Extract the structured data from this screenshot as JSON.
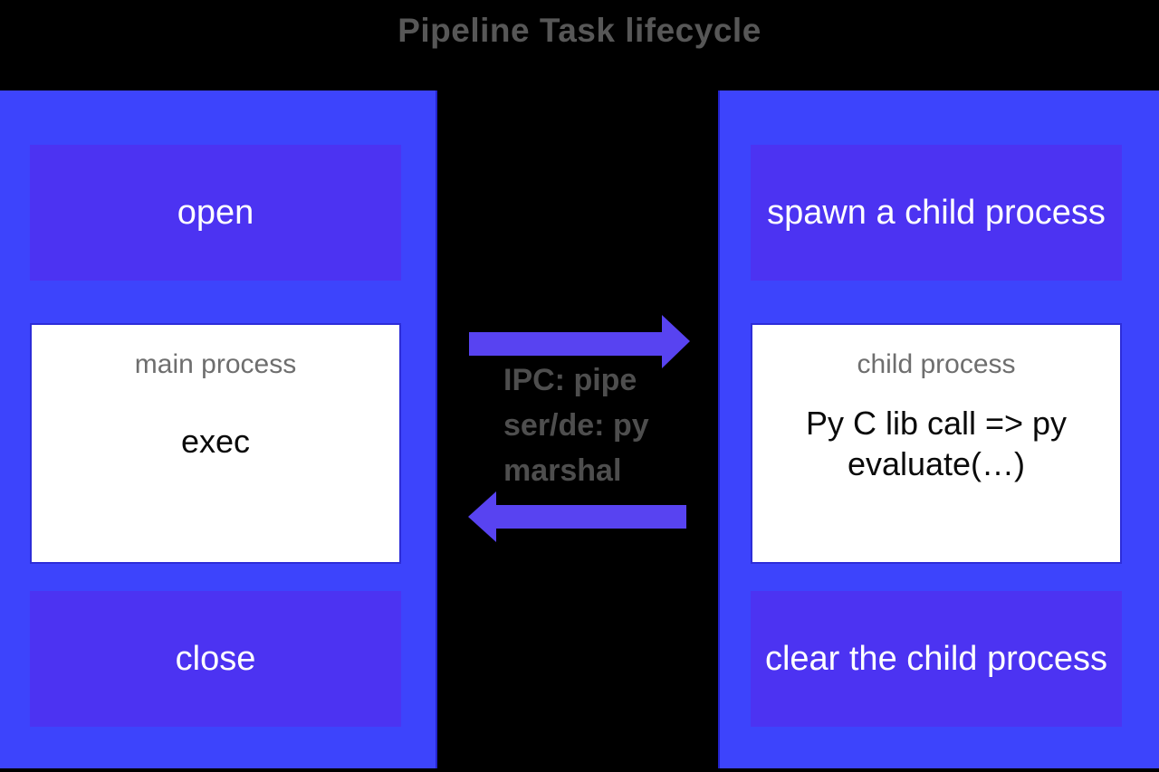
{
  "title": "Pipeline Task lifecycle",
  "colors": {
    "panel": "#3D44FC",
    "block": "#4C33F2",
    "arrow": "#5843F1",
    "panel-edge": "#2424CE",
    "card-edge": "#2D2DD8",
    "title-color": "#575757",
    "note-color": "#4E4E4E",
    "label-gray": "#6E6E6E"
  },
  "left_lane": {
    "open_step": "open",
    "process_label": "main process",
    "process_body": "exec",
    "close_step": "close"
  },
  "right_lane": {
    "spawn_step": "spawn a child process",
    "process_label": "child process",
    "process_body": "Py C lib call => py evaluate(…)",
    "clear_step": "clear the child process"
  },
  "ipc": {
    "annotation": "IPC: pipe\nser/de: py\nmarshal"
  }
}
